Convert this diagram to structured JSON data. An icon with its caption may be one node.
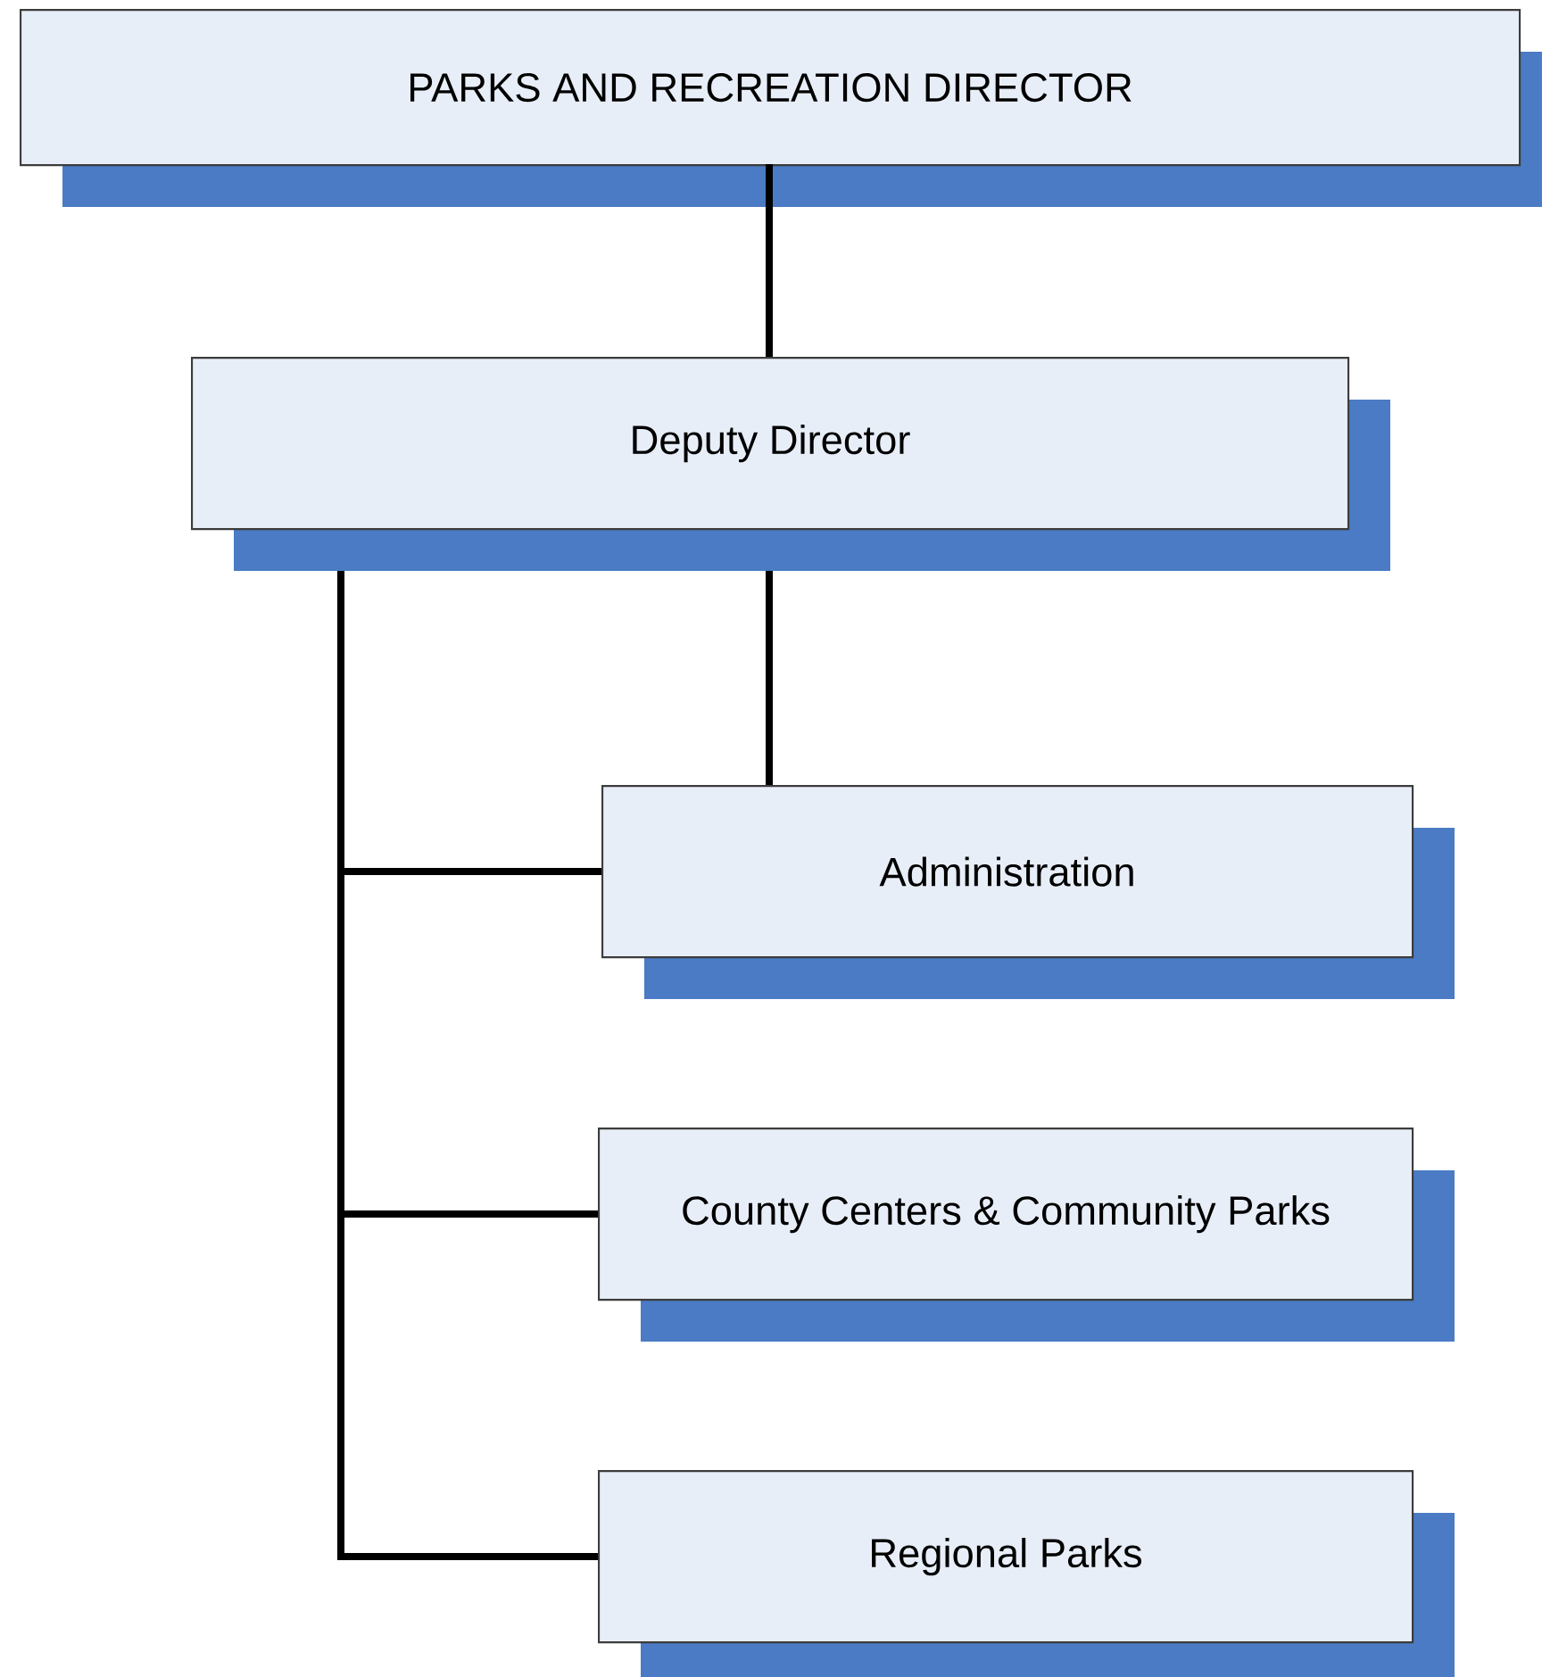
{
  "diagram": {
    "nodes": [
      {
        "text": [
          "PARKS AND RECREATION DIRECTOR"
        ]
      },
      {
        "text": [
          "Deputy Director"
        ]
      },
      {
        "text": [
          "Administration"
        ]
      },
      {
        "text": [
          "County Centers & Community Parks"
        ]
      },
      {
        "text": [
          "Regional Parks"
        ]
      }
    ],
    "edges": [
      {
        "from": 0,
        "to": 1,
        "arrow": "none"
      },
      {
        "from": 1,
        "to": 2,
        "arrow": "none"
      },
      {
        "from": 1,
        "to": 2,
        "arrow": "none"
      },
      {
        "from": 1,
        "to": 3,
        "arrow": "none"
      },
      {
        "from": 1,
        "to": 4,
        "arrow": "none"
      }
    ]
  }
}
